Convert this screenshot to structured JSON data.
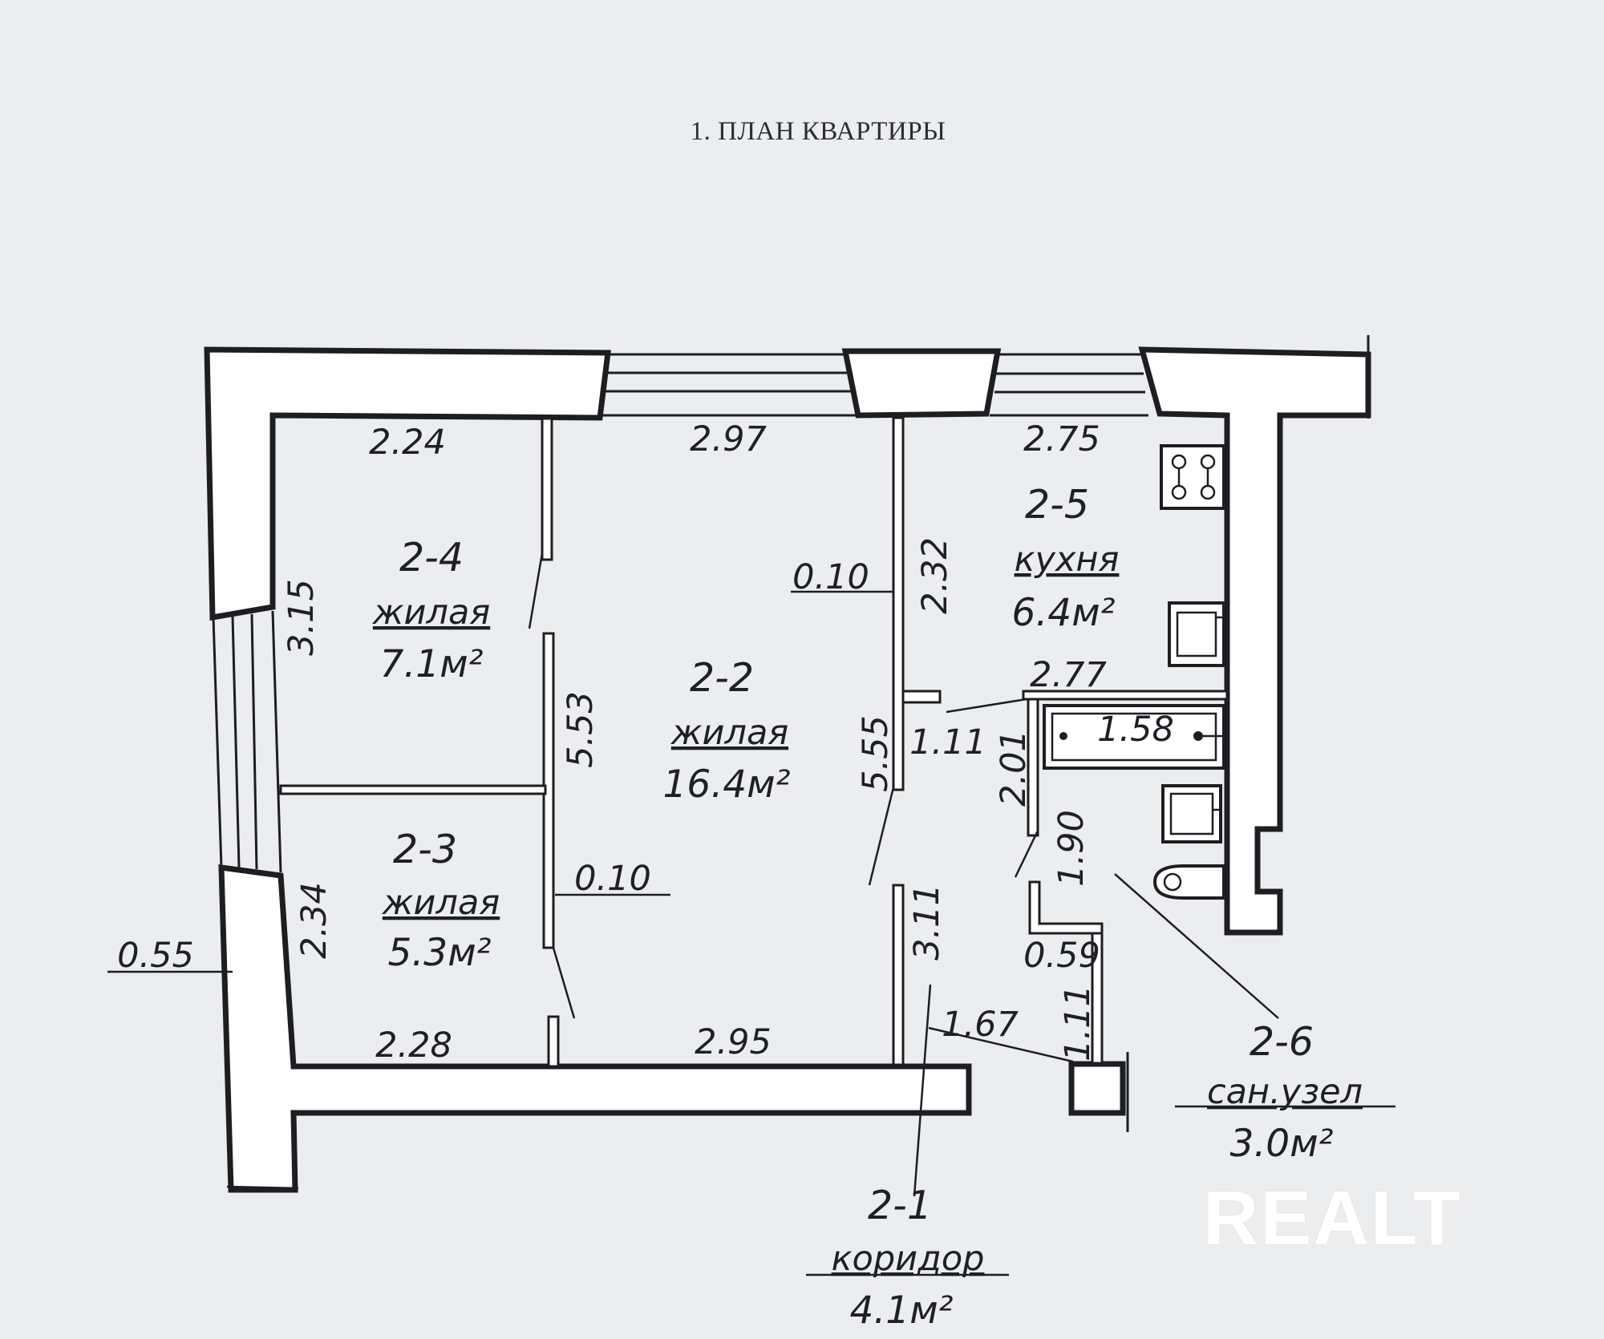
{
  "title": "1. ПЛАН КВАРТИРЫ",
  "rooms": [
    {
      "id": "2-1",
      "name": "коридор",
      "area": "4.1м²"
    },
    {
      "id": "2-2",
      "name": "жилая",
      "area": "16.4м²"
    },
    {
      "id": "2-3",
      "name": "жилая",
      "area": "5.3м²"
    },
    {
      "id": "2-4",
      "name": "жилая",
      "area": "7.1м²"
    },
    {
      "id": "2-5",
      "name": "кухня",
      "area": "6.4м²"
    },
    {
      "id": "2-6",
      "name": "сан.узел",
      "area": "3.0м²"
    }
  ],
  "dimensions": {
    "d224": "2.24",
    "d297": "2.97",
    "d275": "2.75",
    "d315": "3.15",
    "d010a": "0.10",
    "d232": "2.32",
    "d553": "5.53",
    "d555": "5.55",
    "d277": "2.77",
    "d111a": "1.11",
    "d201": "2.01",
    "d158": "1.58",
    "d190": "1.90",
    "d234": "2.34",
    "d010b": "0.10",
    "d055": "0.55",
    "d311": "3.11",
    "d059": "0.59",
    "d111b": "1.11",
    "d167": "1.67",
    "d228": "2.28",
    "d295": "2.95"
  },
  "watermark": "REALT"
}
